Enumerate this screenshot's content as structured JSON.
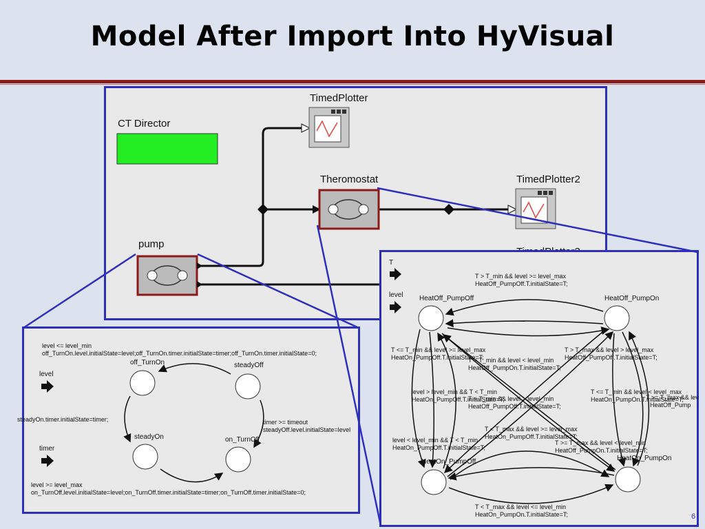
{
  "title": "Model After Import Into HyVisual",
  "page_number": "6",
  "main_model": {
    "director": "CT Director",
    "timed_plotter": "TimedPlotter",
    "thermostat": "Theromostat",
    "timed_plotter2": "TimedPlotter2",
    "timed_plotter3_partial": "TimedPlotter3",
    "pump": "pump"
  },
  "pump_fsm": {
    "states": [
      "off_TurnOn",
      "steadyOff",
      "steadyOn",
      "on_TurnOff"
    ],
    "ports": [
      "level",
      "timer"
    ],
    "transitions": {
      "top_guard": "level <= level_min",
      "top_action": "off_TurnOn.level.initialState=level;off_TurnOn.timer.initialState=timer;off_TurnOn.timer.initialState=0;",
      "left_action": "steadyOn.timer.initialState=timer;",
      "right_guard": "timer >= timeout",
      "right_action": "steadyOff.level.initialState=level",
      "bottom_guard": "level >= level_max",
      "bottom_action": "on_TurnOff.level.initialState=level;on_TurnOff.timer.initialState=timer;on_TurnOff.timer.initialState=0;"
    }
  },
  "thermostat_fsm": {
    "states": [
      "HeatOff_PumpOff",
      "HeatOff_PumpOn",
      "HeatOn_PumpOff",
      "HeatOn_PumpOn"
    ],
    "ports": [
      "T",
      "level"
    ],
    "transitions": {
      "t1_guard": "T > T_min && level >= level_max",
      "t1_action": "HeatOff_PumpOff.T.initialState=T;",
      "t2_guard": "T <= T_min && level >= level_max",
      "t2_action": "HeatOn_PumpOff.T.initialState=T;",
      "t3_guard": "T > T_min && level < level_min",
      "t3_action": "HeatOff_PumpOn.T.initialState=T;",
      "t4_guard": "T > T_max && level > level_max",
      "t4_action": "HeatOff_PumpOff.T.initialState=T;",
      "t5_guard": "level > level_min && T < T_min",
      "t5_action": "HeatOn_PumpOff.T.initialState=T;",
      "t6_guard": "T > T_min && level > level_min",
      "t6_action": "HeatOff_PumpOff.T.initialState=T;",
      "t7_guard": "T <= T_min && level < level_max",
      "t7_action": "HeatOn_PumpOn.T.initialState=T;",
      "t8_guard": "T >= T_max && lev",
      "t8_action": "HeatOff_Pump",
      "t9_guard": "T < T_max && level >= level_max",
      "t9_action": "HeatOn_PumpOff.T.initialState=T;",
      "t10_guard": "level < level_min && T < T_min",
      "t10_action": "HeatOn_PumpOff.T.initialState=T;",
      "t11_guard": "T >= T_max && level < level_min",
      "t11_action": "HeatOff_PumpOn.T.initialState=T;",
      "t12_guard": "T < T_max && level <= level_min",
      "t12_action": "HeatOn_PumpOn.T.initialState=T;"
    }
  },
  "colors": {
    "panel_border": "#2f2fbf",
    "director": "#22ee22",
    "title_rule": "#8b1a1a",
    "actor_frame": "#8b1a1a"
  }
}
